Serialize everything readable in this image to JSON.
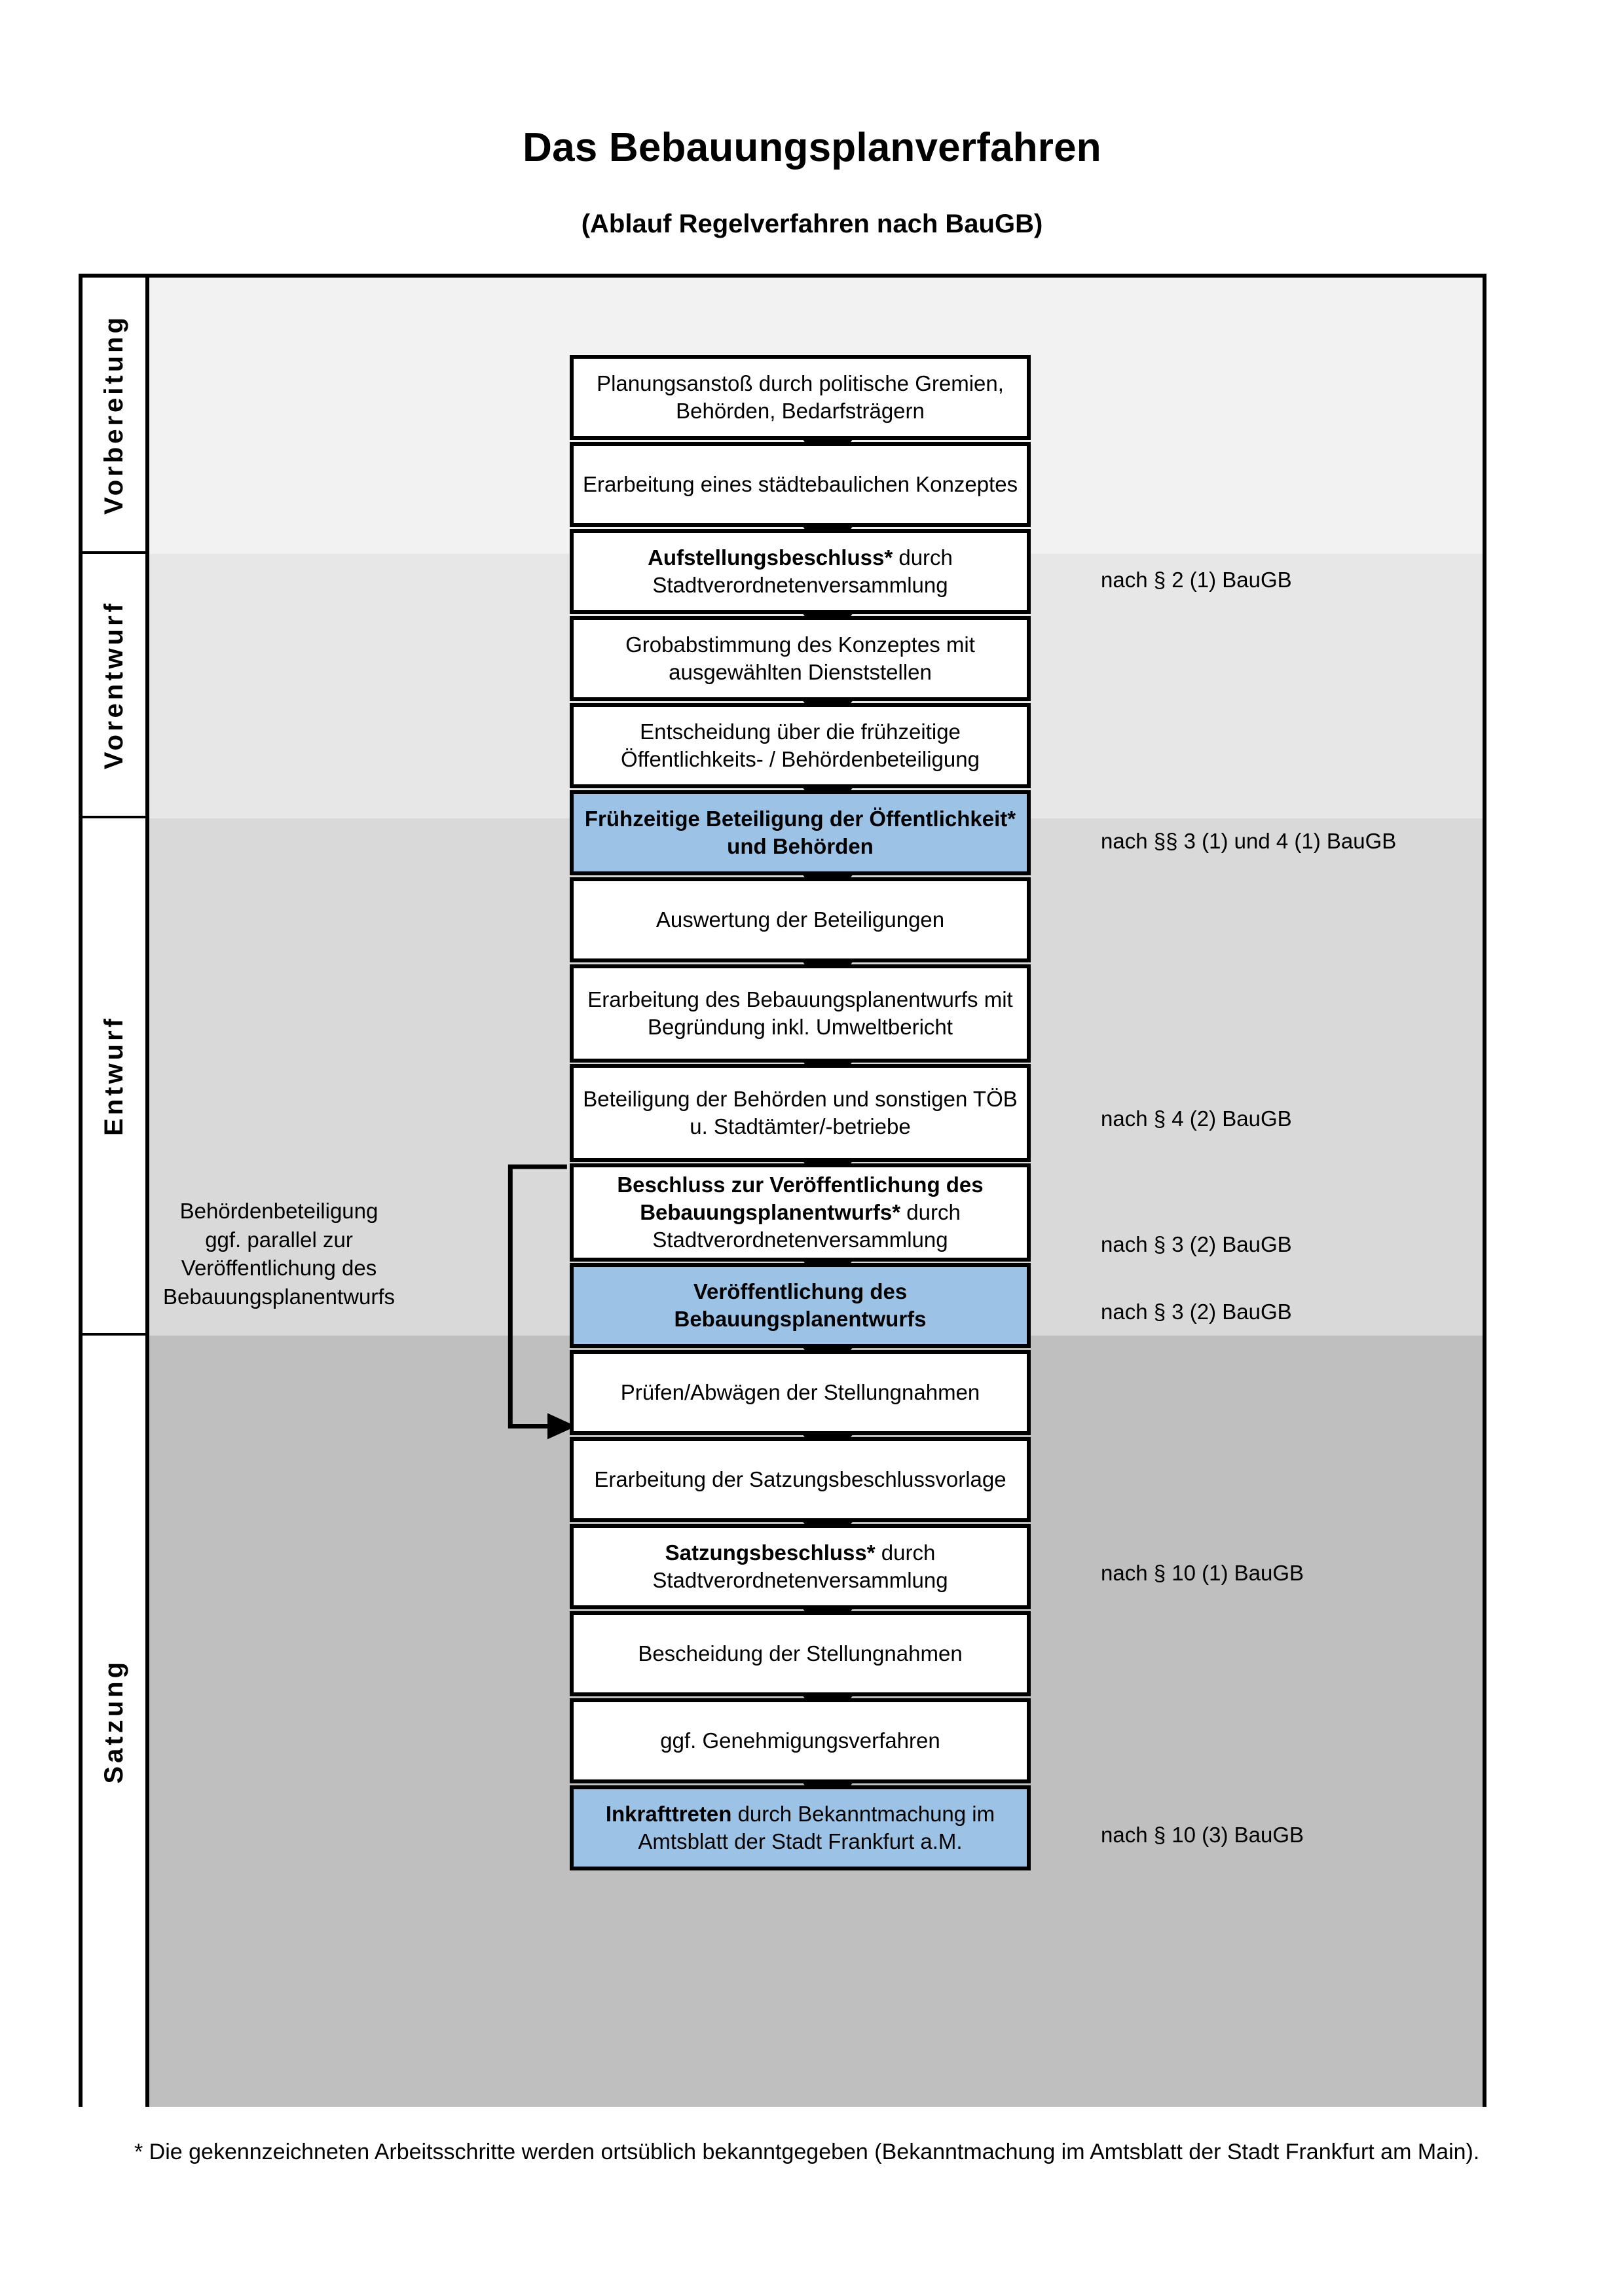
{
  "document": {
    "title": "Das Bebauungsplanverfahren",
    "subtitle": "(Ablauf Regelverfahren nach BauGB)",
    "footnote": "* Die gekennzeichneten Arbeitsschritte werden ortsüblich bekanntgegeben (Bekanntmachung im Amtsblatt  der Stadt Frankfurt am Main)."
  },
  "colors": {
    "band_vorbereitung": "#F2F2F2",
    "band_vorentwurf": "#E7E7E7",
    "band_entwurf": "#D9D9D9",
    "band_satzung": "#BFBFBF",
    "highlight_blue": "#9CC3E5",
    "line": "#000000",
    "box_fill": "#FFFFFF"
  },
  "phases": [
    {
      "label": "Vorbereitung"
    },
    {
      "label": "Vorentwurf"
    },
    {
      "label": "Entwurf"
    },
    {
      "label": "Satzung"
    }
  ],
  "steps": [
    {
      "id": "planungsanstoss",
      "text": "Planungsanstoß durch politische Gremien, Behörden, Bedarfsträgern",
      "highlight": false,
      "bold": false
    },
    {
      "id": "konzept",
      "text": "Erarbeitung eines städtebaulichen Konzeptes",
      "highlight": false,
      "bold": false
    },
    {
      "id": "aufstellungsbeschluss",
      "bold_part": "Aufstellungsbeschluss*",
      "rest": " durch Stadtverordnetenversammlung",
      "text": "Aufstellungsbeschluss* durch Stadtverordnetenversammlung",
      "highlight": false,
      "bold": "mixed"
    },
    {
      "id": "grobabstimmung",
      "text": "Grobabstimmung des Konzeptes mit ausgewählten Dienststellen",
      "highlight": false,
      "bold": false
    },
    {
      "id": "entscheidung-fruehzeitige",
      "text": "Entscheidung über die frühzeitige Öffentlichkeits- / Behördenbeteiligung",
      "highlight": false,
      "bold": false
    },
    {
      "id": "fruehzeitige-beteiligung",
      "text": "Frühzeitige Beteiligung der Öffentlichkeit* und Behörden",
      "highlight": true,
      "bold": true
    },
    {
      "id": "auswertung",
      "text": "Auswertung der Beteiligungen",
      "highlight": false,
      "bold": false
    },
    {
      "id": "erarbeitung-entwurf",
      "text": "Erarbeitung des Bebauungsplanentwurfs mit Begründung inkl. Umweltbericht",
      "highlight": false,
      "bold": false
    },
    {
      "id": "beteiligung-behoerden",
      "text": "Beteiligung der Behörden und sonstigen TÖB u. Stadtämter/-betriebe",
      "highlight": false,
      "bold": false
    },
    {
      "id": "beschluss-veroeffentlichung",
      "bold_part": "Beschluss zur Veröffentlichung des Bebauungsplanentwurfs*",
      "rest": " durch Stadtverordnetenversammlung",
      "text": "Beschluss zur Veröffentlichung des Bebauungsplanentwurfs* durch Stadtverordnetenversammlung",
      "highlight": false,
      "bold": "mixed"
    },
    {
      "id": "veroeffentlichung",
      "text": "Veröffentlichung des Bebauungsplanentwurfs",
      "highlight": true,
      "bold": true
    },
    {
      "id": "pruefen-abwaegen",
      "text": "Prüfen/Abwägen der Stellungnahmen",
      "highlight": false,
      "bold": false
    },
    {
      "id": "erarbeitung-satzungsvorlage",
      "text": "Erarbeitung der Satzungsbeschlussvorlage",
      "highlight": false,
      "bold": false
    },
    {
      "id": "satzungsbeschluss",
      "bold_part": "Satzungsbeschluss*",
      "rest": " durch Stadtverordnetenversammlung",
      "text": "Satzungsbeschluss* durch Stadtverordnetenversammlung",
      "highlight": false,
      "bold": "mixed"
    },
    {
      "id": "bescheidung",
      "text": "Bescheidung der Stellungnahmen",
      "highlight": false,
      "bold": false
    },
    {
      "id": "genehmigungsverfahren",
      "text": "ggf. Genehmigungsverfahren",
      "highlight": false,
      "bold": false
    },
    {
      "id": "inkrafttreten",
      "bold_part": "Inkrafttreten",
      "rest": " durch Bekanntmachung im Amtsblatt der Stadt Frankfurt a.M.",
      "text": "Inkrafttreten durch Bekanntmachung im Amtsblatt der Stadt Frankfurt a.M.",
      "highlight": true,
      "bold": "mixed"
    }
  ],
  "annotations": [
    {
      "id": "annot-1",
      "text": "nach § 2 (1) BauGB"
    },
    {
      "id": "annot-2",
      "text": "nach §§ 3 (1) und 4 (1) BauGB"
    },
    {
      "id": "annot-3",
      "text": "nach § 4 (2) BauGB"
    },
    {
      "id": "annot-4",
      "text": "nach § 3 (2) BauGB"
    },
    {
      "id": "annot-5",
      "text": "nach § 3 (2) BauGB"
    },
    {
      "id": "annot-6",
      "text": "nach § 10 (1) BauGB"
    },
    {
      "id": "annot-7",
      "text": "nach § 10 (3) BauGB"
    }
  ],
  "side_note": {
    "line1": "Behördenbeteiligung",
    "line2": "ggf. parallel zur",
    "line3": "Veröffentlichung des",
    "line4": "Bebauungsplanentwurfs"
  }
}
